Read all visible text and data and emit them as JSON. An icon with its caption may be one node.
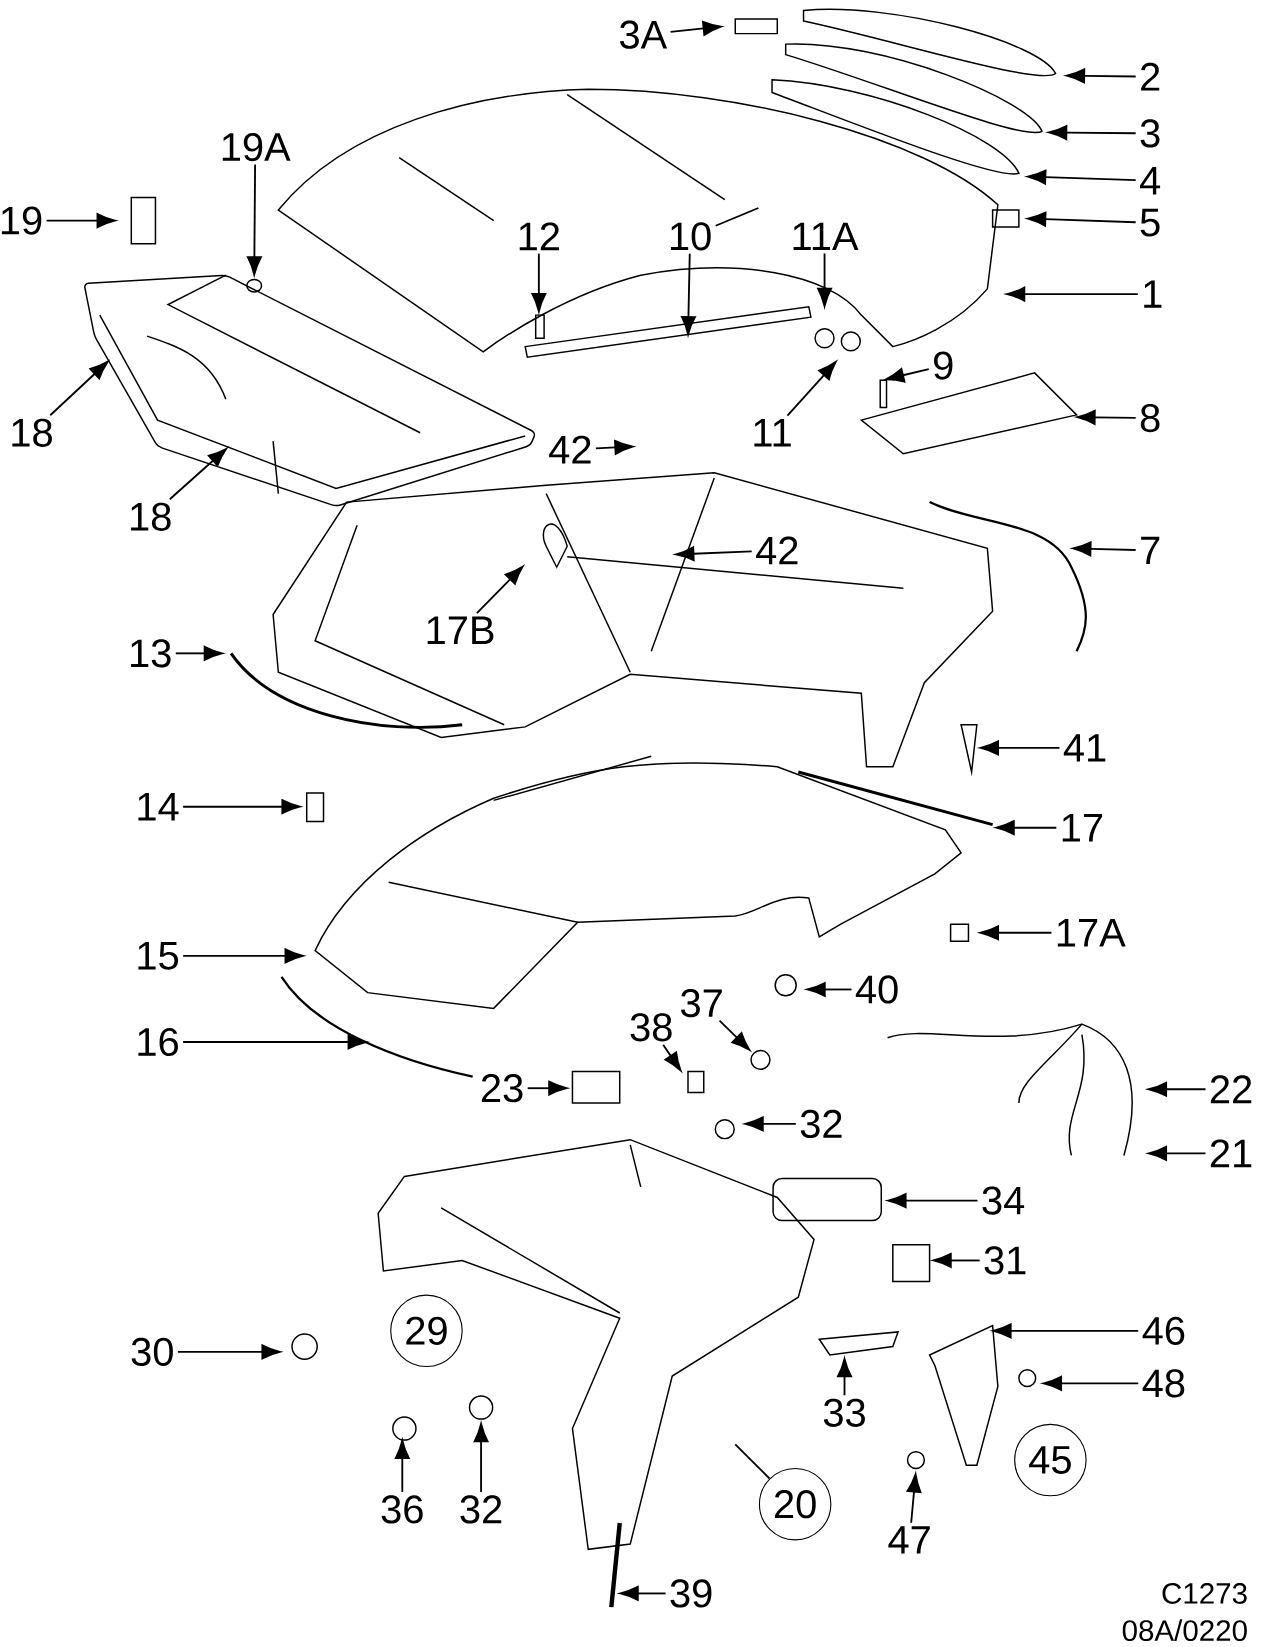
{
  "diagram": {
    "nodes": [
      {
        "text": [
          "3A"
        ]
      },
      {
        "text": [
          "2"
        ]
      },
      {
        "text": [
          "3"
        ]
      },
      {
        "text": [
          "4"
        ]
      },
      {
        "text": [
          "5"
        ]
      },
      {
        "text": [
          "19A"
        ]
      },
      {
        "text": [
          "19"
        ]
      },
      {
        "text": [
          "12"
        ]
      },
      {
        "text": [
          "10"
        ]
      },
      {
        "text": [
          "11A"
        ]
      },
      {
        "text": [
          "1"
        ]
      },
      {
        "text": [
          "18"
        ]
      },
      {
        "text": [
          "18"
        ]
      },
      {
        "text": [
          "9"
        ]
      },
      {
        "text": [
          "11"
        ]
      },
      {
        "text": [
          "8"
        ]
      },
      {
        "text": [
          "42"
        ]
      },
      {
        "text": [
          "42"
        ]
      },
      {
        "text": [
          "7"
        ]
      },
      {
        "text": [
          "17B"
        ]
      },
      {
        "text": [
          "13"
        ]
      },
      {
        "text": [
          "41"
        ]
      },
      {
        "text": [
          "14"
        ]
      },
      {
        "text": [
          "17"
        ]
      },
      {
        "text": [
          "15"
        ]
      },
      {
        "text": [
          "17A"
        ]
      },
      {
        "text": [
          "40"
        ]
      },
      {
        "text": [
          "16"
        ]
      },
      {
        "text": [
          "38"
        ]
      },
      {
        "text": [
          "37"
        ]
      },
      {
        "text": [
          "23"
        ]
      },
      {
        "text": [
          "32"
        ]
      },
      {
        "text": [
          "22"
        ]
      },
      {
        "text": [
          "21"
        ]
      },
      {
        "text": [
          "34"
        ]
      },
      {
        "text": [
          "31"
        ]
      },
      {
        "text": [
          "29"
        ]
      },
      {
        "text": [
          "30"
        ]
      },
      {
        "text": [
          "46"
        ]
      },
      {
        "text": [
          "48"
        ]
      },
      {
        "text": [
          "33"
        ]
      },
      {
        "text": [
          "45"
        ]
      },
      {
        "text": [
          "20"
        ]
      },
      {
        "text": [
          "36"
        ]
      },
      {
        "text": [
          "32"
        ]
      },
      {
        "text": [
          "47"
        ]
      },
      {
        "text": [
          "39"
        ]
      }
    ],
    "edges": [
      {
        "from": 0,
        "to": null,
        "arrow": "to"
      },
      {
        "from": 1,
        "to": null,
        "arrow": "to"
      },
      {
        "from": 2,
        "to": null,
        "arrow": "to"
      },
      {
        "from": 3,
        "to": null,
        "arrow": "to"
      },
      {
        "from": 4,
        "to": null,
        "arrow": "to"
      },
      {
        "from": 5,
        "to": null,
        "arrow": "to"
      },
      {
        "from": 6,
        "to": null,
        "arrow": "to"
      },
      {
        "from": 7,
        "to": null,
        "arrow": "to"
      },
      {
        "from": 8,
        "to": null,
        "arrow": "to"
      },
      {
        "from": 8,
        "to": null,
        "arrow": "none"
      },
      {
        "from": 9,
        "to": null,
        "arrow": "to"
      },
      {
        "from": 10,
        "to": null,
        "arrow": "to"
      },
      {
        "from": 11,
        "to": null,
        "arrow": "to"
      },
      {
        "from": 12,
        "to": null,
        "arrow": "to"
      },
      {
        "from": 13,
        "to": null,
        "arrow": "to"
      },
      {
        "from": 14,
        "to": null,
        "arrow": "to"
      },
      {
        "from": 15,
        "to": null,
        "arrow": "to"
      },
      {
        "from": 16,
        "to": null,
        "arrow": "to"
      },
      {
        "from": 17,
        "to": null,
        "arrow": "to"
      },
      {
        "from": 18,
        "to": null,
        "arrow": "to"
      },
      {
        "from": 19,
        "to": null,
        "arrow": "to"
      },
      {
        "from": 20,
        "to": null,
        "arrow": "to"
      },
      {
        "from": 21,
        "to": null,
        "arrow": "to"
      },
      {
        "from": 22,
        "to": null,
        "arrow": "to"
      },
      {
        "from": 23,
        "to": null,
        "arrow": "to"
      },
      {
        "from": 24,
        "to": null,
        "arrow": "to"
      },
      {
        "from": 25,
        "to": null,
        "arrow": "to"
      },
      {
        "from": 26,
        "to": null,
        "arrow": "to"
      },
      {
        "from": 27,
        "to": null,
        "arrow": "to"
      },
      {
        "from": 28,
        "to": null,
        "arrow": "to"
      },
      {
        "from": 29,
        "to": null,
        "arrow": "to"
      },
      {
        "from": 30,
        "to": null,
        "arrow": "to"
      },
      {
        "from": 31,
        "to": null,
        "arrow": "to"
      },
      {
        "from": 32,
        "to": null,
        "arrow": "to"
      },
      {
        "from": 33,
        "to": null,
        "arrow": "to"
      },
      {
        "from": 34,
        "to": null,
        "arrow": "to"
      },
      {
        "from": 35,
        "to": null,
        "arrow": "to"
      },
      {
        "from": 37,
        "to": null,
        "arrow": "to"
      },
      {
        "from": 38,
        "to": null,
        "arrow": "to"
      },
      {
        "from": 39,
        "to": null,
        "arrow": "to"
      },
      {
        "from": 40,
        "to": null,
        "arrow": "to"
      },
      {
        "from": 42,
        "to": null,
        "arrow": "none"
      },
      {
        "from": 43,
        "to": null,
        "arrow": "to"
      },
      {
        "from": 44,
        "to": null,
        "arrow": "to"
      },
      {
        "from": 45,
        "to": null,
        "arrow": "to"
      },
      {
        "from": 46,
        "to": null,
        "arrow": "to"
      }
    ],
    "labels": [
      "C1273",
      "08A/0220"
    ]
  }
}
